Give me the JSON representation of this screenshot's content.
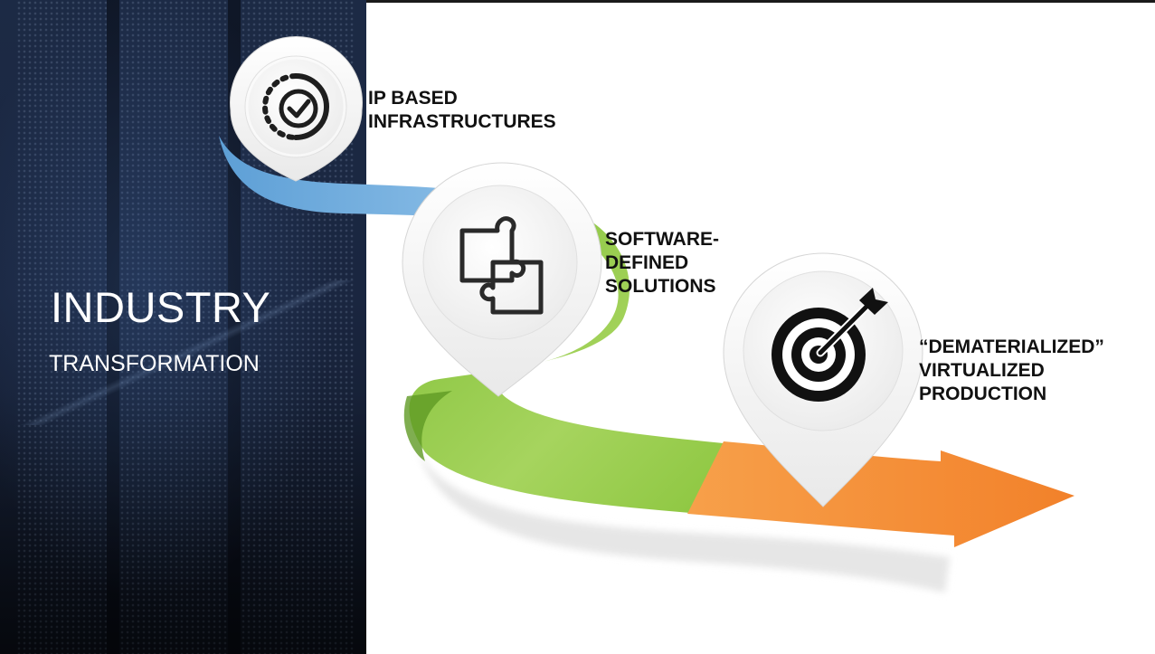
{
  "slide": {
    "title": "INDUSTRY",
    "subtitle": "TRANSFORMATION"
  },
  "steps": [
    {
      "label": "IP BASED\nINFRASTRUCTURES",
      "icon": "check-circle-icon",
      "color": "#7fb6e0"
    },
    {
      "label": "SOFTWARE-\nDEFINED\nSOLUTIONS",
      "icon": "puzzle-icon",
      "color": "#8cc63f"
    },
    {
      "label": "“DEMATERIALIZED”\nVIRTUALIZED\nPRODUCTION",
      "icon": "target-icon",
      "color": "#f7963a"
    }
  ]
}
